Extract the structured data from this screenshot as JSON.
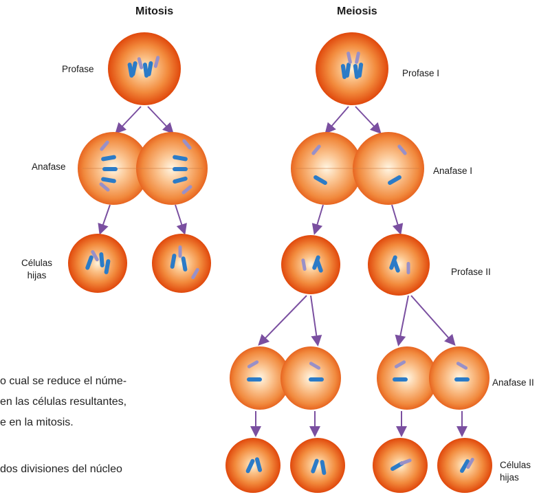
{
  "headings": {
    "mitosis": "Mitosis",
    "meiosis": "Meiosis"
  },
  "mitosis_labels": {
    "profase": "Profase",
    "anafase": "Anafase",
    "celulas_hijas_line1": "Células",
    "celulas_hijas_line2": "hijas"
  },
  "meiosis_labels": {
    "profase_1": "Profase I",
    "anafase_1": "Anafase I",
    "profase_2": "Profase II",
    "anafase_2": "Anafase II",
    "celulas_hijas_line1": "Células",
    "celulas_hijas_line2": "hijas"
  },
  "body_text": {
    "line1": "o cual se reduce el núme-",
    "line2": "en las células resultantes,",
    "line3": "e en la mitosis.",
    "line4": "dos divisiones del núcleo"
  },
  "colors": {
    "cell_outer": "#e85a12",
    "cell_mid": "#f4934a",
    "cell_center": "#fff1d6",
    "chromosome_blue": "#2b7bc7",
    "chromosome_violet": "#9890c8",
    "arrow": "#7a4fa0"
  }
}
